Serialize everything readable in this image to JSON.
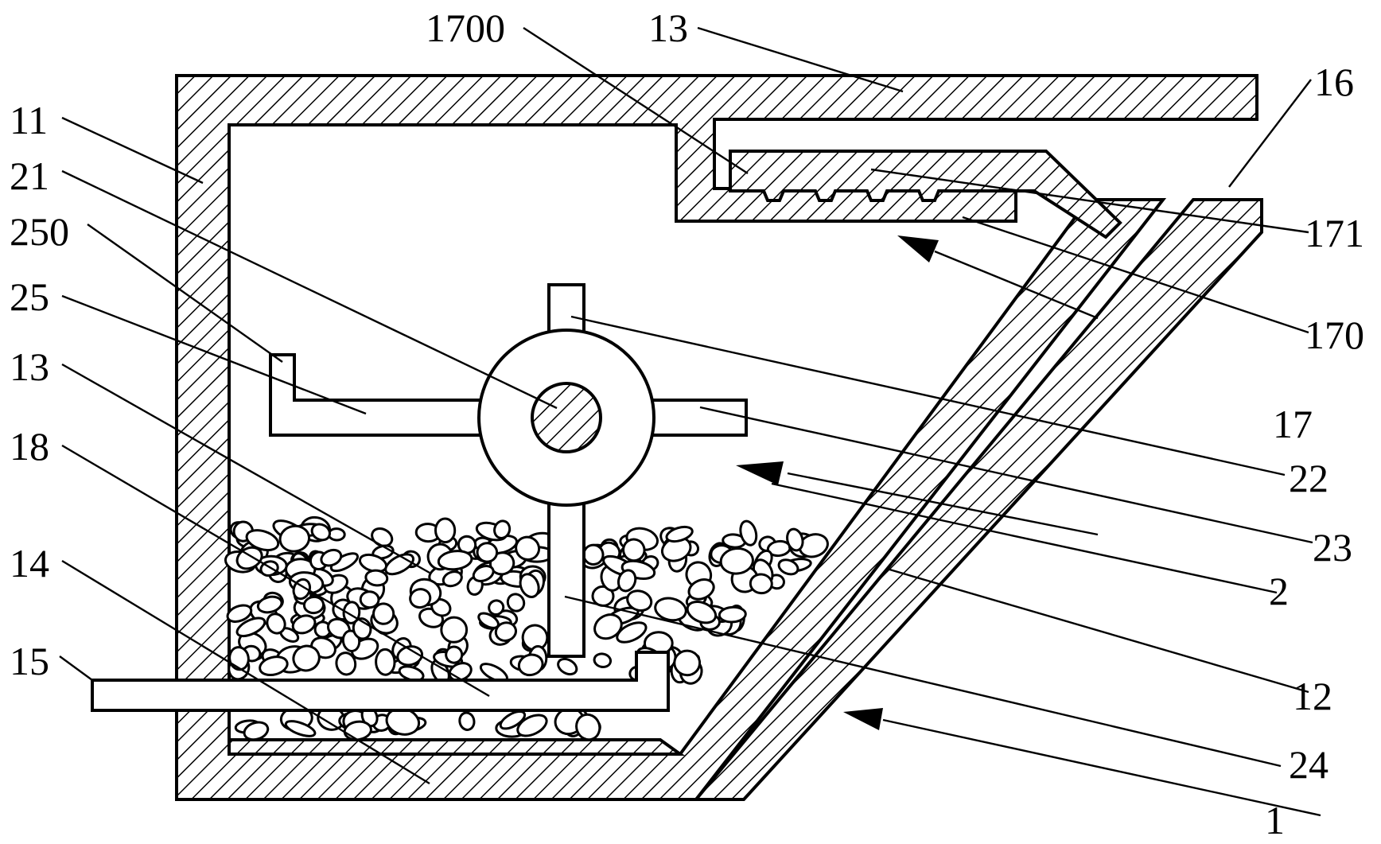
{
  "diagram": {
    "labels": [
      {
        "id": "1700",
        "text": "1700"
      },
      {
        "id": "13-top",
        "text": "13"
      },
      {
        "id": "16",
        "text": "16"
      },
      {
        "id": "11",
        "text": "11"
      },
      {
        "id": "21",
        "text": "21"
      },
      {
        "id": "250",
        "text": "250"
      },
      {
        "id": "25",
        "text": "25"
      },
      {
        "id": "13-left",
        "text": "13"
      },
      {
        "id": "18",
        "text": "18"
      },
      {
        "id": "14",
        "text": "14"
      },
      {
        "id": "15",
        "text": "15"
      },
      {
        "id": "171",
        "text": "171"
      },
      {
        "id": "170",
        "text": "170"
      },
      {
        "id": "17",
        "text": "17"
      },
      {
        "id": "22",
        "text": "22"
      },
      {
        "id": "23",
        "text": "23"
      },
      {
        "id": "2",
        "text": "2"
      },
      {
        "id": "12",
        "text": "12"
      },
      {
        "id": "24",
        "text": "24"
      },
      {
        "id": "1",
        "text": "1"
      }
    ]
  }
}
